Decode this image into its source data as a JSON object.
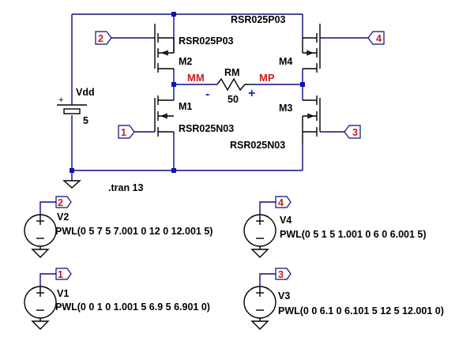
{
  "schematic": {
    "supply": {
      "name": "Vdd",
      "value": "5",
      "plus": "+"
    },
    "directive": ".tran 13",
    "resistor": {
      "name": "RM",
      "value": "50",
      "minus": "-",
      "plus": "+"
    },
    "nets": {
      "left": "MM",
      "right": "MP"
    },
    "mosfets": [
      {
        "ref": "M2",
        "model": "RSR025P03",
        "type": "pmos"
      },
      {
        "ref": "M4",
        "model": "RSR025P03",
        "type": "pmos"
      },
      {
        "ref": "M1",
        "model": "RSR025N03",
        "type": "nmos"
      },
      {
        "ref": "M3",
        "model": "RSR025N03",
        "type": "nmos"
      }
    ],
    "gate_ports": {
      "m2": "2",
      "m4": "4",
      "m1": "1",
      "m3": "3"
    },
    "sources": [
      {
        "ref": "V2",
        "port": "2",
        "value": "PWL(0 5 7 5 7.001 0 12 0 12.001 5)"
      },
      {
        "ref": "V4",
        "port": "4",
        "value": "PWL(0 5 1 5 1.001 0 6 0 6.001 5)"
      },
      {
        "ref": "V1",
        "port": "1",
        "value": "PWL(0 0 1 0 1.001 5 6.9 5 6.901 0)"
      },
      {
        "ref": "V3",
        "port": "3",
        "value": "PWL(0 0 6.1 0 6.101 5 12 5 12.001 0)"
      }
    ]
  }
}
